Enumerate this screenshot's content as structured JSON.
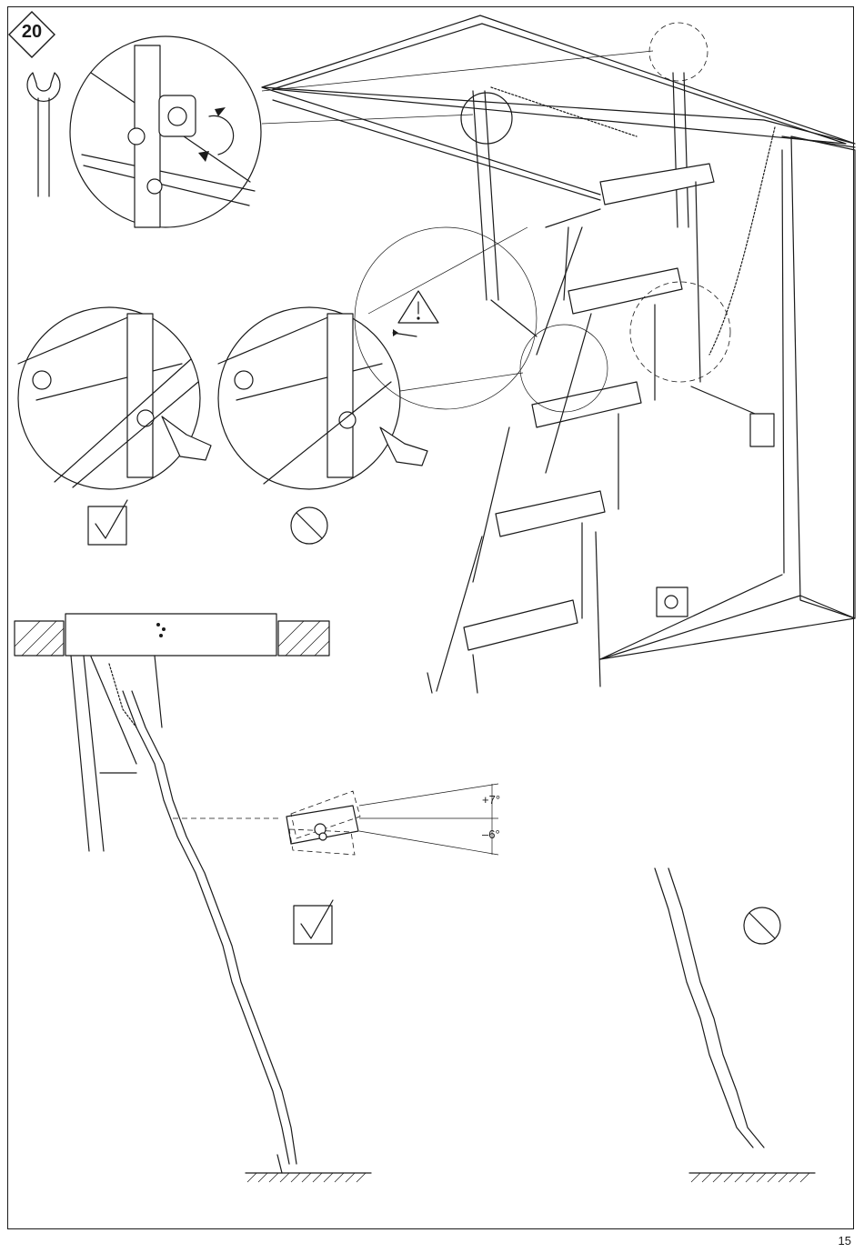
{
  "step": {
    "number": "20"
  },
  "angles": {
    "up": "+7°",
    "down": "–6°"
  },
  "page": {
    "number": "15"
  },
  "icons": {
    "tool": "wrench-icon",
    "warning": "warning-icon",
    "ok": "check-box-icon",
    "no": "prohibited-icon"
  }
}
